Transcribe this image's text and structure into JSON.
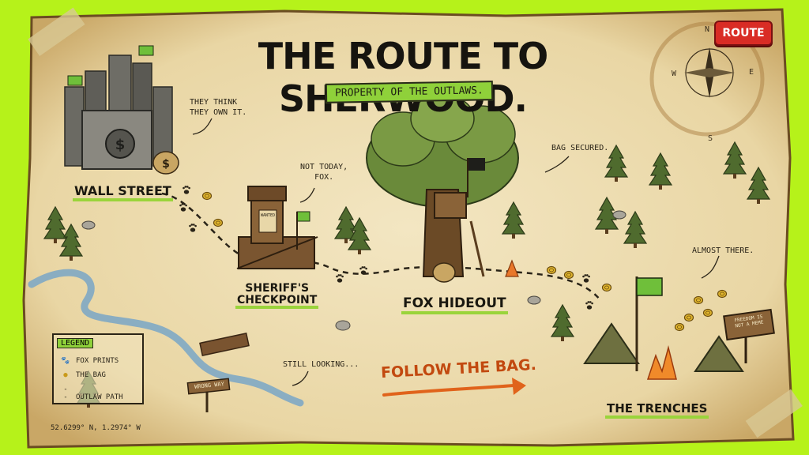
{
  "map": {
    "title": "THE ROUTE TO SHERWOOD.",
    "subtitle": "PROPERTY OF THE OUTLAWS.",
    "route_button": "ROUTE",
    "coordinates": "52.6299° N, 1.2974° W"
  },
  "compass": {
    "n": "N",
    "s": "S",
    "e": "E",
    "w": "W"
  },
  "locations": {
    "wall_street": "WALL STREET",
    "checkpoint_line1": "SHERIFF'S",
    "checkpoint_line2": "CHECKPOINT",
    "hideout": "FOX HIDEOUT",
    "trenches": "THE TRENCHES"
  },
  "notes": {
    "they_think_l1": "THEY THINK",
    "they_think_l2": "THEY OWN IT.",
    "not_today_l1": "NOT TODAY,",
    "not_today_l2": "FOX.",
    "bag_secured": "BAG SECURED.",
    "almost_there": "ALMOST THERE.",
    "still_looking": "STILL LOOKING...",
    "follow_the_bag": "FOLLOW THE BAG."
  },
  "signs": {
    "wrong_way": "WRONG WAY",
    "wanted": "WANTED",
    "freedom_l1": "FREEDOM IS",
    "freedom_l2": "NOT A MEME"
  },
  "legend": {
    "title": "LEGEND",
    "items": [
      {
        "label": "FOX PRINTS",
        "icon": "paw-icon"
      },
      {
        "label": "THE BAG",
        "icon": "coin-icon"
      },
      {
        "label": "OUTLAW PATH",
        "icon": "dashed-line-icon"
      }
    ]
  },
  "colors": {
    "background": "#b6f21a",
    "parchment": "#efe0b6",
    "accent_green": "#8fd13a",
    "route_red": "#d92c25",
    "arrow_orange": "#e0631b"
  }
}
